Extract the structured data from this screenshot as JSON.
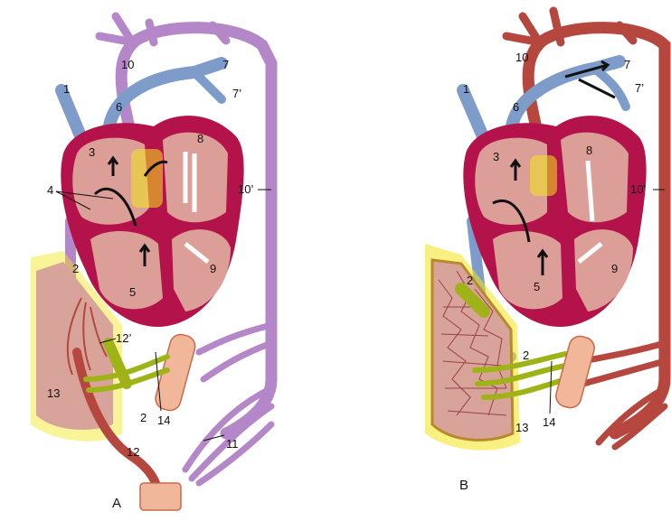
{
  "colors": {
    "violet_vessel": "#b487c8",
    "violet_dark": "#8d5fa6",
    "blue_vessel": "#7e9cc9",
    "red_vessel": "#b5473e",
    "heart_wall": "#b3124a",
    "heart_chamber": "#dc9f98",
    "liver": "#d8a49a",
    "highlight_yellow": "#f2e61b",
    "green_duct": "#9fb319",
    "placenta": "#f0b79a"
  },
  "panels": [
    {
      "id": "A",
      "label": "A",
      "numbers": {
        "n1": "1",
        "n2a": "2",
        "n2b": "2",
        "n3": "3",
        "n4": "4",
        "n5": "5",
        "n6": "6",
        "n7": "7",
        "n7p": "7’",
        "n8": "8",
        "n9": "9",
        "n10": "10",
        "n10p": "10’",
        "n11": "11",
        "n12": "12",
        "n12p": "12’",
        "n13": "13",
        "n14": "14"
      }
    },
    {
      "id": "B",
      "label": "B",
      "numbers": {
        "n1": "1",
        "n2a": "2",
        "n2b": "2",
        "n3": "3",
        "n5": "5",
        "n6": "6",
        "n7": "7",
        "n7p": "7’",
        "n8": "8",
        "n9": "9",
        "n10": "10",
        "n10p": "10’",
        "n13": "13",
        "n14": "14"
      }
    }
  ]
}
